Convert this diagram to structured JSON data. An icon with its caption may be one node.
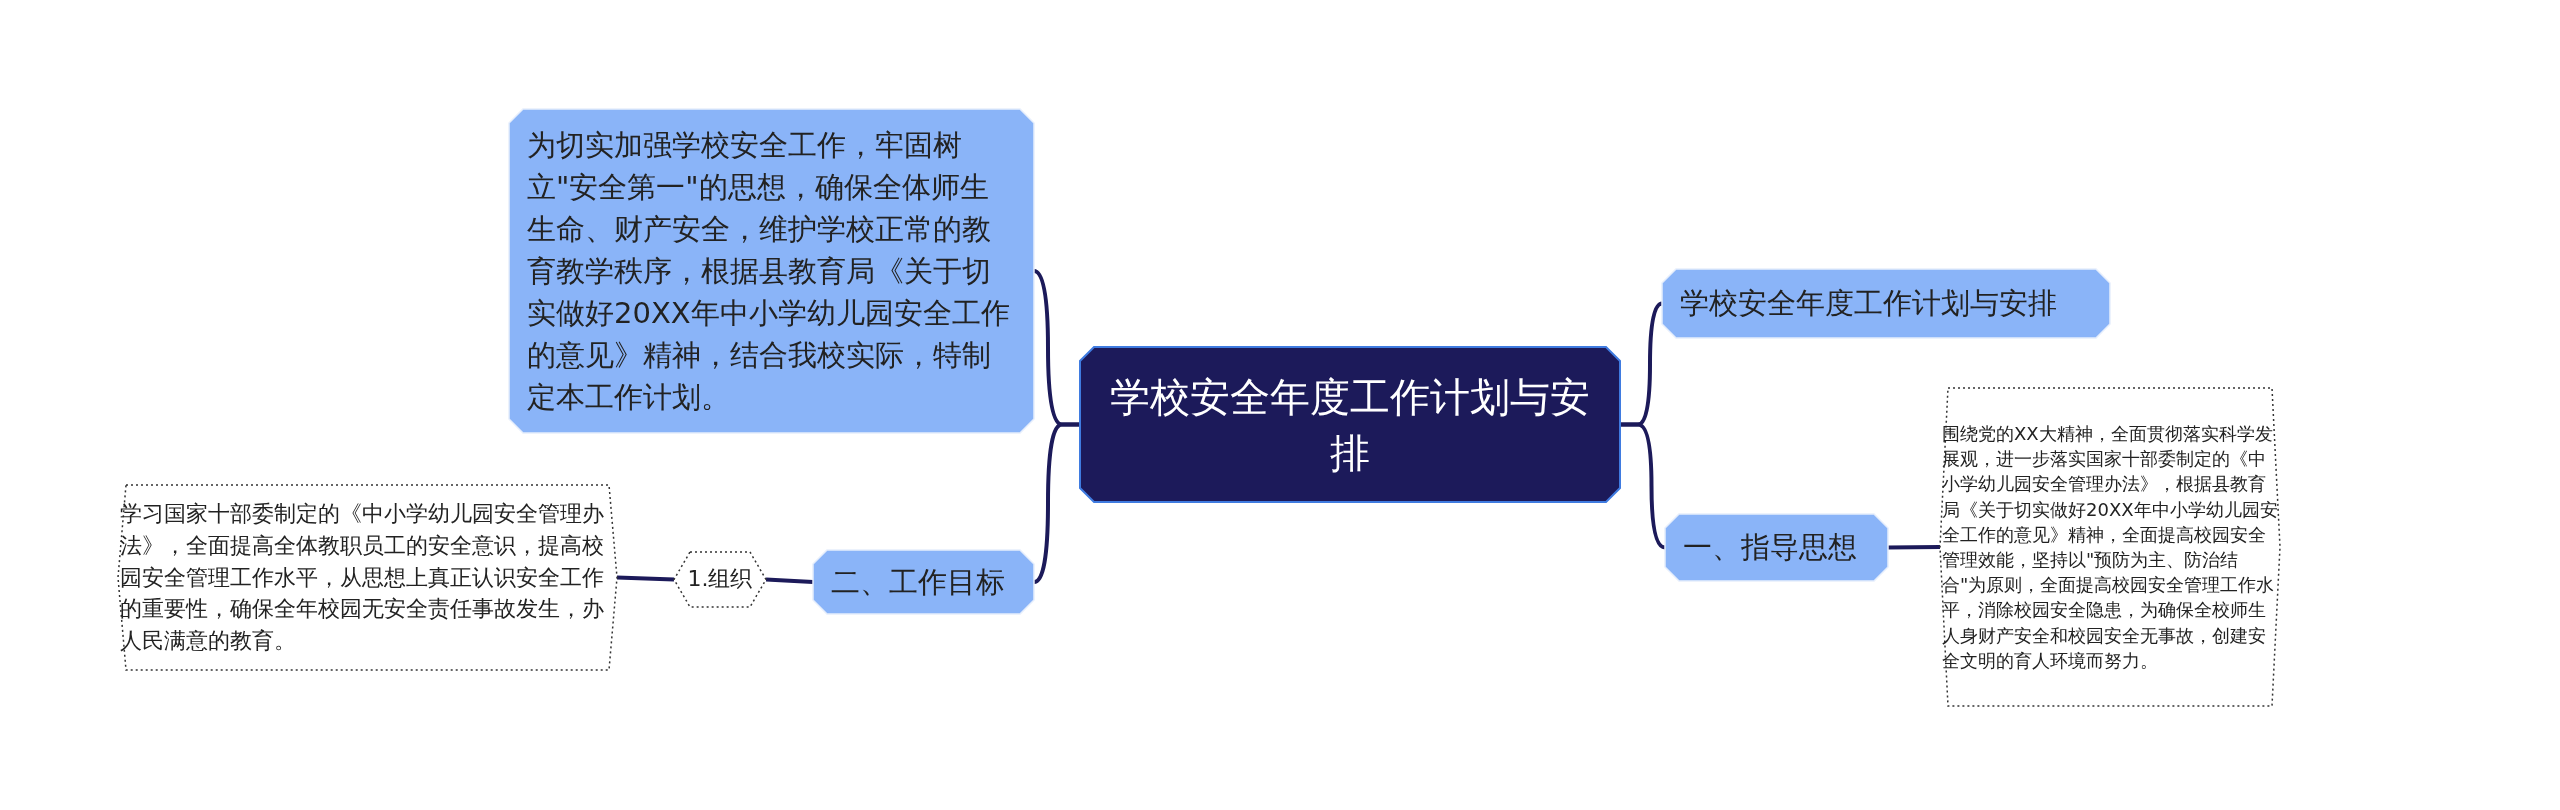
{
  "diagram": {
    "nodes": [
      {
        "text": [
          "学校安全年度工作计划与安排"
        ]
      },
      {
        "text": [
          "为切实加强学校安全工作，牢固树立\"安全第一\"的思想，确保全体师生生命、财产安全，维护学校正常的教育教学秩序，根据县教育局《关于切实做好20XX年中小学幼儿园安全工作的意见》精神，结合我校实际，特制定本工作计划。"
        ]
      },
      {
        "text": [
          "二、工作目标"
        ]
      },
      {
        "text": [
          "1.组织"
        ]
      },
      {
        "text": [
          "学习国家十部委制定的《中小学幼儿园安全管理办法》，全面提高全体教职员工的安全意识，提高校园安全管理工作水平，从思想上真正认识安全工作的重要性，确保全年校园无安全责任事故发生，办人民满意的教育。"
        ]
      },
      {
        "text": [
          "学校安全年度工作计划与安排"
        ]
      },
      {
        "text": [
          "一、指导思想"
        ]
      },
      {
        "text": [
          "围绕党的XX大精神，全面贯彻落实科学发展观，进一步落实国家十部委制定的《中小学幼儿园安全管理办法》，根据县教育局《关于切实做好20XX年中小学幼儿园安全工作的意见》精神，全面提高校园安全管理效能，坚持以\"预防为主、防治结合\"为原则，全面提高校园安全管理工作水平，消除校园安全隐患，为确保全校师生人身财产安全和校园安全无事故，创建安全文明的育人环境而努力。"
        ]
      }
    ],
    "edges": [
      {
        "from": 0,
        "to": 1,
        "arrow": "none"
      },
      {
        "from": 0,
        "to": 2,
        "arrow": "none"
      },
      {
        "from": 2,
        "to": 3,
        "arrow": "none"
      },
      {
        "from": 3,
        "to": 4,
        "arrow": "none"
      },
      {
        "from": 0,
        "to": 5,
        "arrow": "none"
      },
      {
        "from": 0,
        "to": 6,
        "arrow": "none"
      },
      {
        "from": 6,
        "to": 7,
        "arrow": "none"
      }
    ]
  }
}
